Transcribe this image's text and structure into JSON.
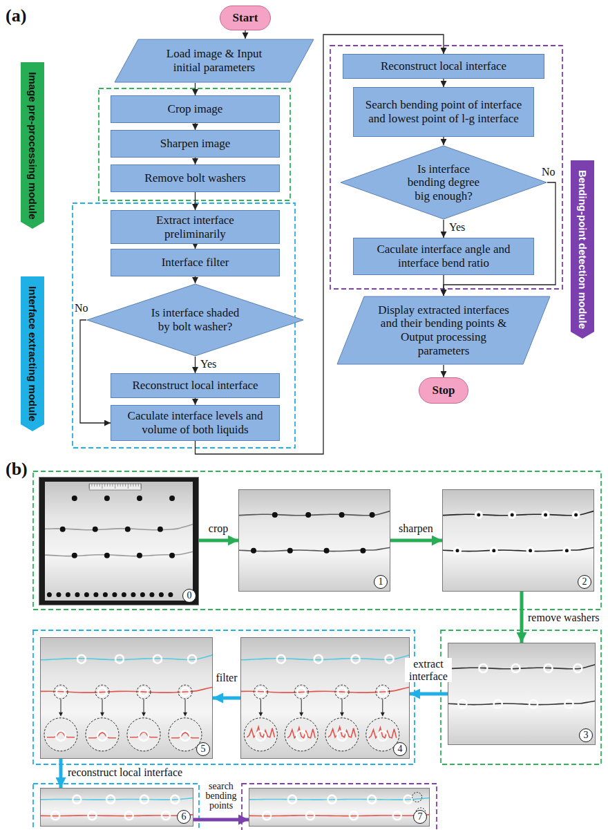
{
  "diagram": {
    "nodes": [
      {
        "text": [
          "Start"
        ]
      },
      {
        "text": [
          "Load image & Input initial parameters"
        ]
      },
      {
        "text": [
          "Crop image"
        ]
      },
      {
        "text": [
          "Sharpen image"
        ]
      },
      {
        "text": [
          "Remove bolt washers"
        ]
      },
      {
        "text": [
          "Extract interface preliminarily"
        ]
      },
      {
        "text": [
          "Interface filter"
        ]
      },
      {
        "text": [
          "Is interface shaded by bolt washer?"
        ]
      },
      {
        "text": [
          "Reconstruct local interface"
        ]
      },
      {
        "text": [
          "Caculate interface levels and volume of both liquids"
        ]
      },
      {
        "text": [
          "Reconstruct local interface"
        ]
      },
      {
        "text": [
          "Search bending point of interface and lowest point of l-g interface"
        ]
      },
      {
        "text": [
          "Is interface bending degree big enough?"
        ]
      },
      {
        "text": [
          "Caculate interface angle and interface bend ratio"
        ]
      },
      {
        "text": [
          "Display extracted interfaces and their bending points & Output processing parameters"
        ]
      },
      {
        "text": [
          "Stop"
        ]
      },
      {
        "text": [
          "Image pre-processing module"
        ]
      },
      {
        "text": [
          "Interface extracting module"
        ]
      },
      {
        "text": [
          "Bending-point detection module"
        ]
      },
      {
        "text": [
          "0"
        ]
      },
      {
        "text": [
          "1"
        ]
      },
      {
        "text": [
          "2"
        ]
      },
      {
        "text": [
          "3"
        ]
      },
      {
        "text": [
          "4"
        ]
      },
      {
        "text": [
          "5"
        ]
      },
      {
        "text": [
          "6"
        ]
      },
      {
        "text": [
          "7"
        ]
      }
    ],
    "edges": [
      {
        "from": 0,
        "to": 1,
        "arrow": "to"
      },
      {
        "from": 1,
        "to": 2,
        "arrow": "to"
      },
      {
        "from": 2,
        "to": 3,
        "arrow": "to"
      },
      {
        "from": 3,
        "to": 4,
        "arrow": "to"
      },
      {
        "from": 4,
        "to": 5,
        "arrow": "to"
      },
      {
        "from": 5,
        "to": 6,
        "arrow": "to"
      },
      {
        "from": 6,
        "to": 7,
        "arrow": "to"
      },
      {
        "from": 7,
        "to": 8,
        "label": "Yes",
        "arrow": "to"
      },
      {
        "from": 7,
        "to": 9,
        "label": "No",
        "arrow": "to"
      },
      {
        "from": 8,
        "to": 9,
        "arrow": "to"
      },
      {
        "from": 9,
        "to": 10,
        "arrow": "to"
      },
      {
        "from": 10,
        "to": 11,
        "arrow": "to"
      },
      {
        "from": 11,
        "to": 12,
        "arrow": "to"
      },
      {
        "from": 12,
        "to": 13,
        "label": "Yes",
        "arrow": "to"
      },
      {
        "from": 12,
        "to": 14,
        "label": "No",
        "arrow": "to"
      },
      {
        "from": 13,
        "to": 14,
        "arrow": "to"
      },
      {
        "from": 14,
        "to": 15,
        "arrow": "to"
      },
      {
        "from": 19,
        "to": 20,
        "label": "crop",
        "arrow": "to"
      },
      {
        "from": 20,
        "to": 21,
        "label": "sharpen",
        "arrow": "to"
      },
      {
        "from": 21,
        "to": 22,
        "label": "remove washers",
        "arrow": "to"
      },
      {
        "from": 22,
        "to": 23,
        "label": "extract interface",
        "arrow": "to"
      },
      {
        "from": 23,
        "to": 24,
        "label": "filter",
        "arrow": "to"
      },
      {
        "from": 24,
        "to": 25,
        "label": "reconstruct local interface",
        "arrow": "to"
      },
      {
        "from": 25,
        "to": 26,
        "label": "search bending points",
        "arrow": "to"
      }
    ],
    "labels": [
      "(a)",
      "(b)"
    ]
  }
}
